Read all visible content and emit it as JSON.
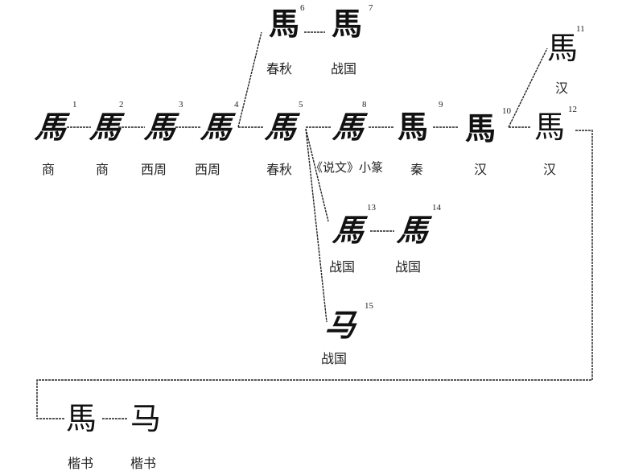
{
  "diagram": {
    "title": "",
    "nodes": [
      {
        "id": 1,
        "glyph": "馬",
        "num": "1",
        "period": "商"
      },
      {
        "id": 2,
        "glyph": "馬",
        "num": "2",
        "period": "商"
      },
      {
        "id": 3,
        "glyph": "馬",
        "num": "3",
        "period": "西周"
      },
      {
        "id": 4,
        "glyph": "馬",
        "num": "4",
        "period": "西周"
      },
      {
        "id": 5,
        "glyph": "馬",
        "num": "5",
        "period": "春秋"
      },
      {
        "id": 6,
        "glyph": "馬",
        "num": "6",
        "period": "春秋"
      },
      {
        "id": 7,
        "glyph": "馬",
        "num": "7",
        "period": "战国"
      },
      {
        "id": 8,
        "glyph": "馬",
        "num": "8",
        "period": "《说文》小篆"
      },
      {
        "id": 9,
        "glyph": "馬",
        "num": "9",
        "period": "秦"
      },
      {
        "id": 10,
        "glyph": "馬",
        "num": "10",
        "period": "汉"
      },
      {
        "id": 11,
        "glyph": "馬",
        "num": "11",
        "period": "汉"
      },
      {
        "id": 12,
        "glyph": "馬",
        "num": "12",
        "period": "汉"
      },
      {
        "id": 13,
        "glyph": "馬",
        "num": "13",
        "period": "战国"
      },
      {
        "id": 14,
        "glyph": "馬",
        "num": "14",
        "period": "战国"
      },
      {
        "id": 15,
        "glyph": "马",
        "num": "15",
        "period": "战国"
      },
      {
        "id": 16,
        "glyph": "馬",
        "num": "",
        "period": "楷书"
      },
      {
        "id": 17,
        "glyph": "马",
        "num": "",
        "period": "楷书"
      }
    ],
    "edges": [
      [
        1,
        2
      ],
      [
        2,
        3
      ],
      [
        3,
        4
      ],
      [
        4,
        5
      ],
      [
        4,
        6
      ],
      [
        6,
        7
      ],
      [
        5,
        8
      ],
      [
        8,
        9
      ],
      [
        9,
        10
      ],
      [
        10,
        11
      ],
      [
        10,
        12
      ],
      [
        5,
        13
      ],
      [
        13,
        14
      ],
      [
        5,
        15
      ],
      [
        12,
        16
      ],
      [
        16,
        17
      ]
    ],
    "line_color": "#222222"
  }
}
